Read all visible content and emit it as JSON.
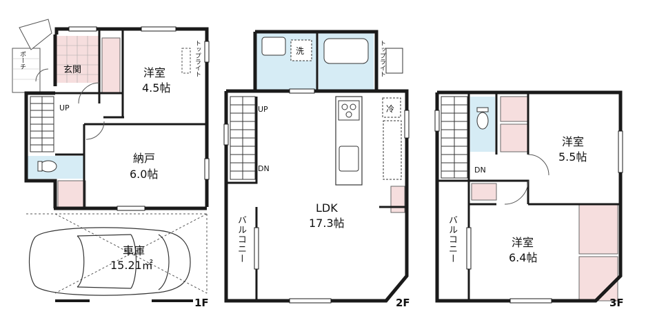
{
  "floor1": {
    "floor_label": "1F",
    "porch": "ポーチ",
    "entrance": "玄関",
    "up": "UP",
    "skylight": "トップライト",
    "western_room": {
      "name": "洋室",
      "size": "4.5帖"
    },
    "storage": {
      "name": "納戸",
      "size": "6.0帖"
    },
    "garage": {
      "name": "車庫",
      "size": "15.21㎡"
    }
  },
  "floor2": {
    "floor_label": "2F",
    "up": "UP",
    "dn": "DN",
    "wash": "洗",
    "fridge": "冷",
    "skylight": "トップライト",
    "ldk": {
      "name": "LDK",
      "size": "17.3帖"
    },
    "balcony": "バルコニー"
  },
  "floor3": {
    "floor_label": "3F",
    "dn": "DN",
    "room_a": {
      "name": "洋室",
      "size": "5.5帖"
    },
    "room_b": {
      "name": "洋室",
      "size": "6.4帖"
    },
    "balcony": "バルコニー"
  },
  "colors": {
    "wall": "#1a1a1a",
    "wet_area": "#d6ecf5",
    "closet": "#f6dede",
    "line": "#444444"
  }
}
